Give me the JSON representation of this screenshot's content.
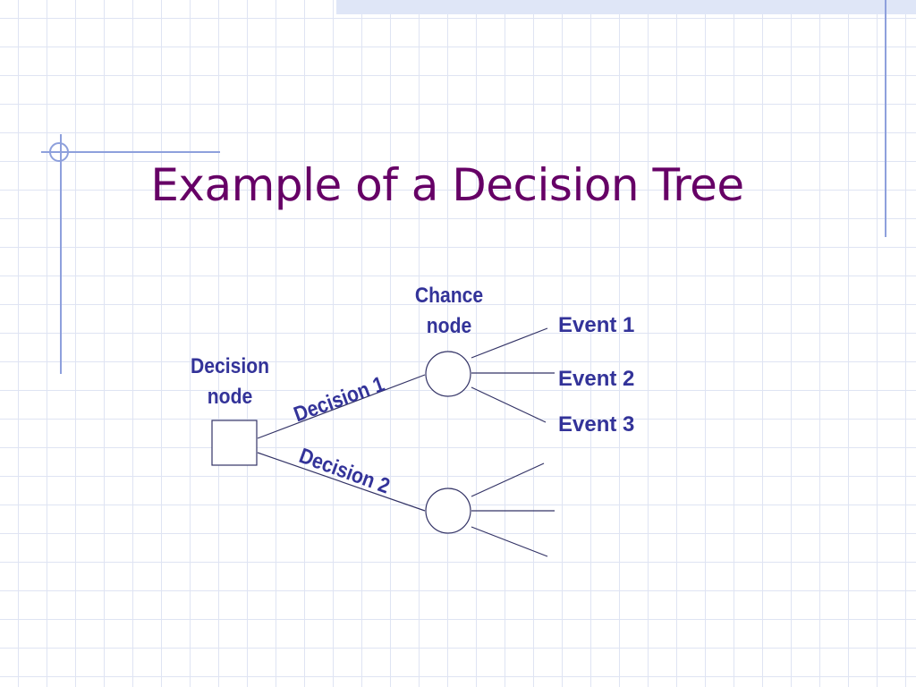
{
  "slide": {
    "title": "Example of a Decision Tree"
  },
  "diagram": {
    "decision_node_label": "Decision node",
    "chance_node_label": "Chance node",
    "branches": [
      "Decision 1",
      "Decision 2"
    ],
    "events": [
      "Event 1",
      "Event 2",
      "Event 3"
    ]
  },
  "colors": {
    "title": "#660066",
    "labels": "#333399",
    "lines": "#333366",
    "accent": "#8ea0dc"
  }
}
